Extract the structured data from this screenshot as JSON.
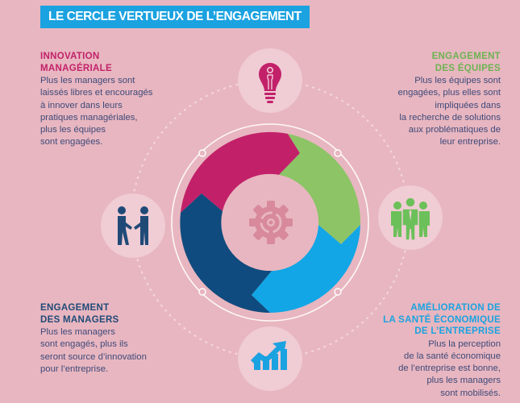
{
  "title": "LE CERCLE VERTUEUX DE L’ENGAGEMENT",
  "colors": {
    "background": "#e8b6c0",
    "title_bg": "#1ba2e0",
    "magenta": "#c2216a",
    "green": "#8cc466",
    "navy": "#0f4b7e",
    "cyan": "#12a6e6",
    "icon_circle": "#f0ccd4",
    "gear": "#d8899c",
    "body_text": "#3e4a7a"
  },
  "blocks": {
    "top_left": {
      "heading_line1": "INNOVATION",
      "heading_line2": "MANAGÉRIALE",
      "body": "Plus les managers sont\nlaissés libres et encouragés\nà innover dans leurs\npratiques managériales,\nplus les équipes\nsont engagées.",
      "icon": "lightbulb-icon"
    },
    "top_right": {
      "heading_line1": "ENGAGEMENT",
      "heading_line2": "DES ÉQUIPES",
      "body": "Plus les équipes sont\nengagées, plus elles sont\nimpliquées dans\nla recherche de solutions\naux problématiques de\nleur entreprise.",
      "icon": "team-icon"
    },
    "bottom_right": {
      "heading_line1": "AMÉLIORATION DE",
      "heading_line2": "LA SANTÉ ÉCONOMIQUE",
      "heading_line3": "DE L’ENTREPRISE",
      "body": "Plus la perception\nde la santé économique\nde l’entreprise est bonne,\nplus les managers\nsont mobilisés.",
      "icon": "growth-chart-icon"
    },
    "bottom_left": {
      "heading_line1": "ENGAGEMENT",
      "heading_line2": "DES MANAGERS",
      "body": "Plus les managers\nsont engagés, plus ils\nseront source d’innovation\npour l’entreprise.",
      "icon": "handshake-icon"
    }
  },
  "center": {
    "icon": "gear-icon"
  }
}
